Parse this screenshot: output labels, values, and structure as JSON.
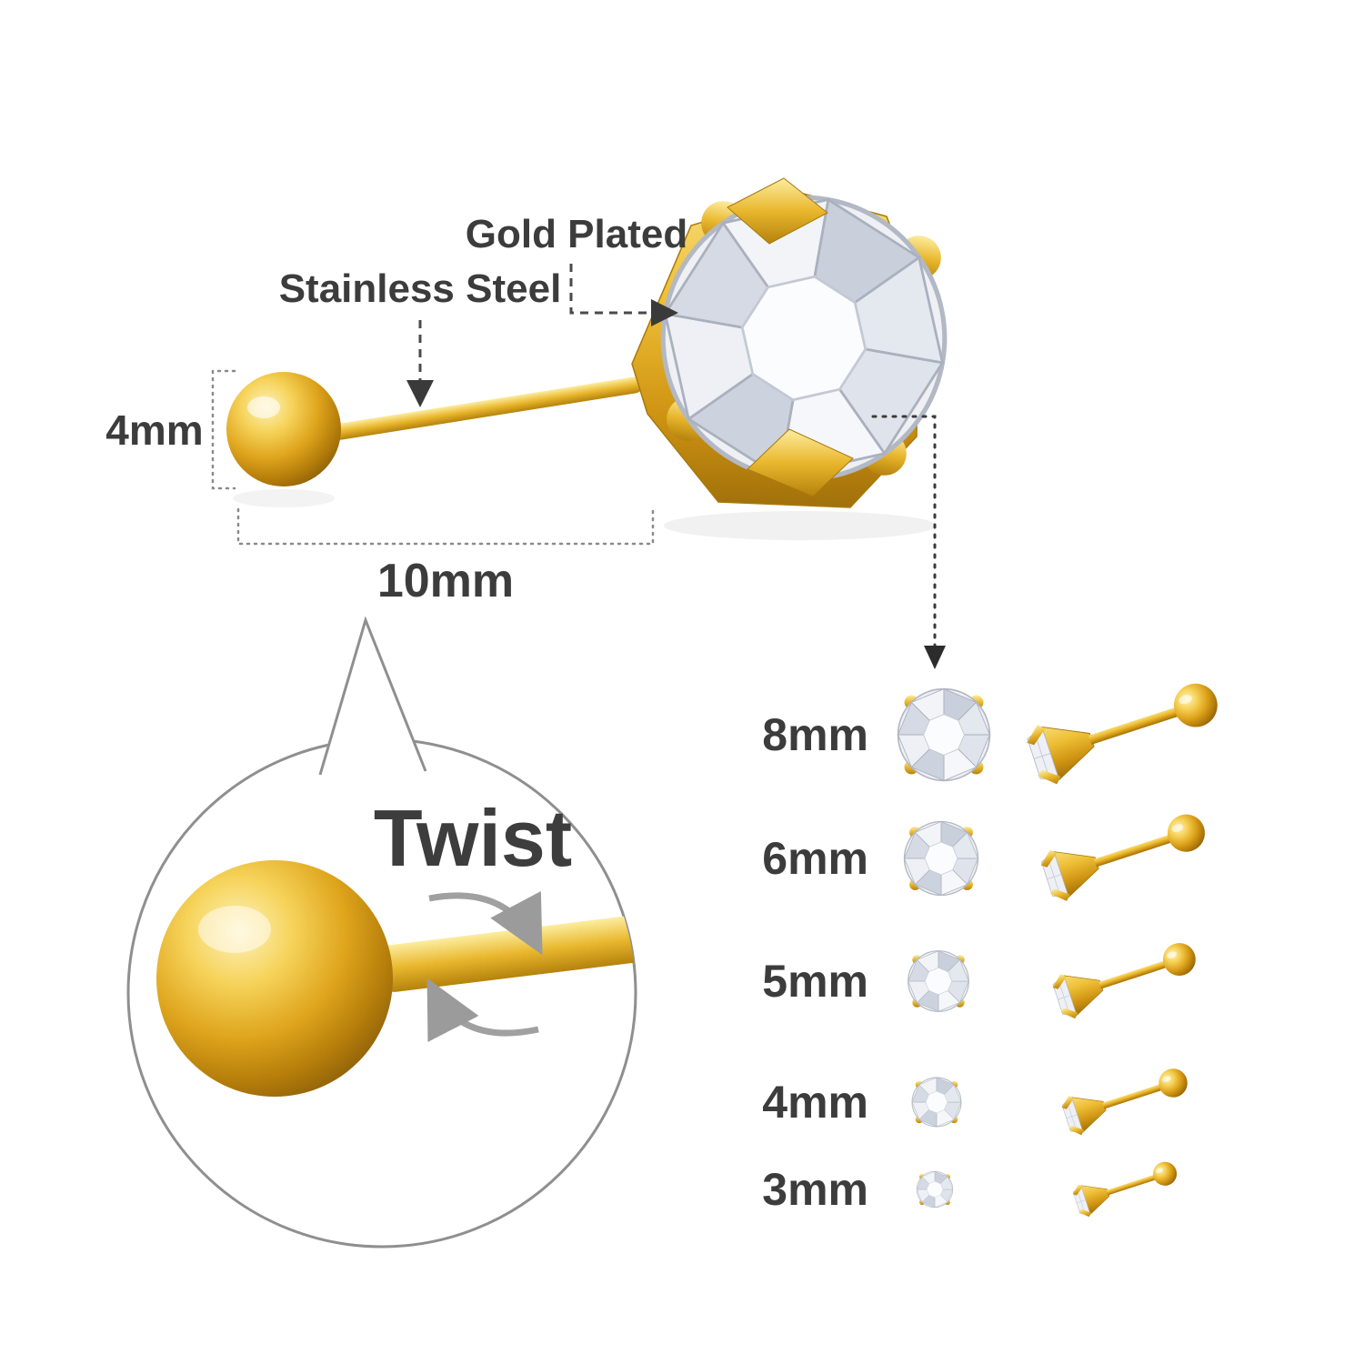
{
  "main_diagram": {
    "label_gold_plated": "Gold Plated",
    "label_stainless_steel": "Stainless Steel",
    "dim_ball_diameter": "4mm",
    "dim_total_length": "10mm"
  },
  "zoom_bubble": {
    "label": "Twist"
  },
  "size_chart": {
    "rows": [
      {
        "label": "8mm"
      },
      {
        "label": "6mm"
      },
      {
        "label": "5mm"
      },
      {
        "label": "4mm"
      },
      {
        "label": "3mm"
      }
    ]
  },
  "colors": {
    "gold_light": "#FCEDA0",
    "gold": "#E9B72D",
    "gold_dark": "#A1700A",
    "crystal_light": "#F6F7FA",
    "crystal_shade": "#C9CFDB",
    "text": "#3C3C3C",
    "leader_line": "#4A4A4A",
    "bubble_outline": "#8F8F8F",
    "background": "#FFFFFF"
  }
}
